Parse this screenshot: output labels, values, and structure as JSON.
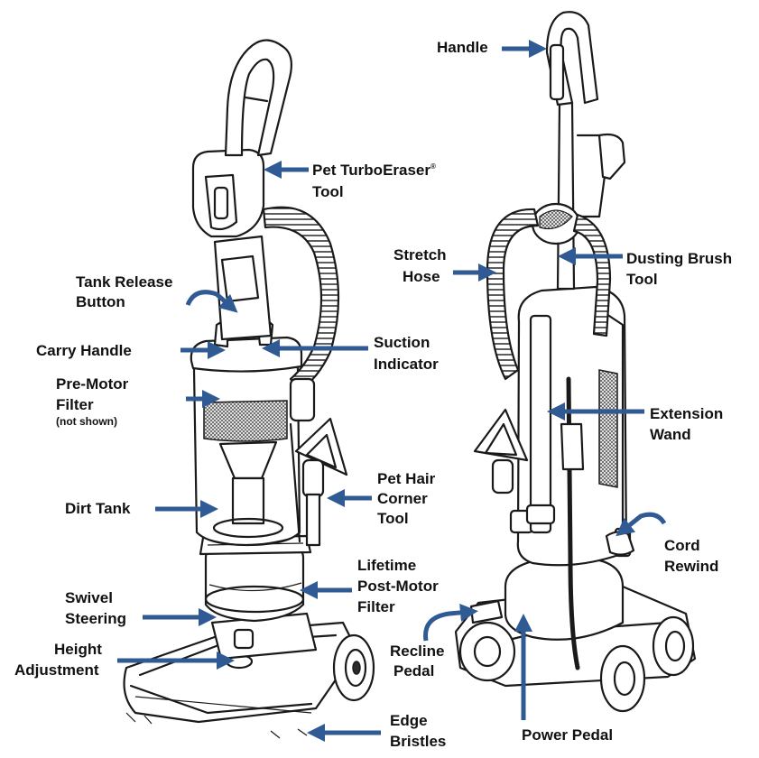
{
  "colors": {
    "arrow": "#2f5a93",
    "line": "#1a1a1a",
    "background": "#ffffff"
  },
  "labels": {
    "handle": "Handle",
    "pet_turboeraser_1": "Pet TurboEraser",
    "pet_turboeraser_reg": "®",
    "pet_turboeraser_2": "Tool",
    "stretch_hose_1": "Stretch",
    "stretch_hose_2": "Hose",
    "dusting_brush_1": "Dusting Brush",
    "dusting_brush_2": "Tool",
    "tank_release_1": "Tank Release",
    "tank_release_2": "Button",
    "carry_handle": "Carry Handle",
    "suction_indicator_1": "Suction",
    "suction_indicator_2": "Indicator",
    "pre_motor_1": "Pre-Motor",
    "pre_motor_2": "Filter",
    "pre_motor_note": "(not shown)",
    "extension_wand_1": "Extension",
    "extension_wand_2": "Wand",
    "pet_hair_1": "Pet Hair",
    "pet_hair_2": "Corner",
    "pet_hair_3": "Tool",
    "dirt_tank": "Dirt Tank",
    "cord_rewind_1": "Cord",
    "cord_rewind_2": "Rewind",
    "lifetime_1": "Lifetime",
    "lifetime_2": "Post-Motor",
    "lifetime_3": "Filter",
    "swivel_1": "Swivel",
    "swivel_2": "Steering",
    "recline_1": "Recline",
    "recline_2": "Pedal",
    "height_1": "Height",
    "height_2": "Adjustment",
    "edge_1": "Edge",
    "edge_2": "Bristles",
    "power_pedal": "Power Pedal"
  }
}
